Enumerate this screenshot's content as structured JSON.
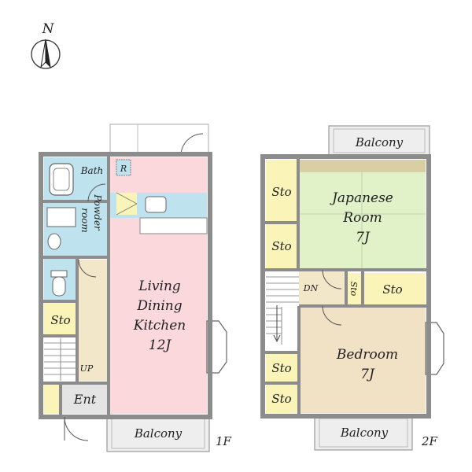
{
  "compass": {
    "label": "N"
  },
  "floor1": {
    "floor_label": "1F",
    "rooms": {
      "bath": "Bath",
      "refrigerator": "R",
      "powder_room_line1": "Powder",
      "powder_room_line2": "room",
      "storage": "Sto",
      "stairs_up": "UP",
      "entrance": "Ent",
      "ldk_line1": "Living",
      "ldk_line2": "Dining",
      "ldk_line3": "Kitchen",
      "ldk_size": "12J",
      "balcony": "Balcony"
    }
  },
  "floor2": {
    "floor_label": "2F",
    "rooms": {
      "balcony_top": "Balcony",
      "storage_1": "Sto",
      "storage_2": "Sto",
      "japanese_line1": "Japanese",
      "japanese_line2": "Room",
      "japanese_size": "7J",
      "stairs_down": "DN",
      "storage_small": "Sto",
      "storage_3": "Sto",
      "bedroom": "Bedroom",
      "bedroom_size": "7J",
      "storage_4": "Sto",
      "storage_5": "Sto",
      "balcony_bottom": "Balcony"
    }
  },
  "colors": {
    "wall": "#8c8c8c",
    "wet_area": "#bfe3ee",
    "ldk": "#fbd8dc",
    "storage": "#fbf4b8",
    "hall": "#f3e7c9",
    "japanese": "#e1f2c8",
    "tatami_edge": "#d9cfa3",
    "bedroom": "#f1e2c5",
    "balcony": "#eeeeee"
  }
}
